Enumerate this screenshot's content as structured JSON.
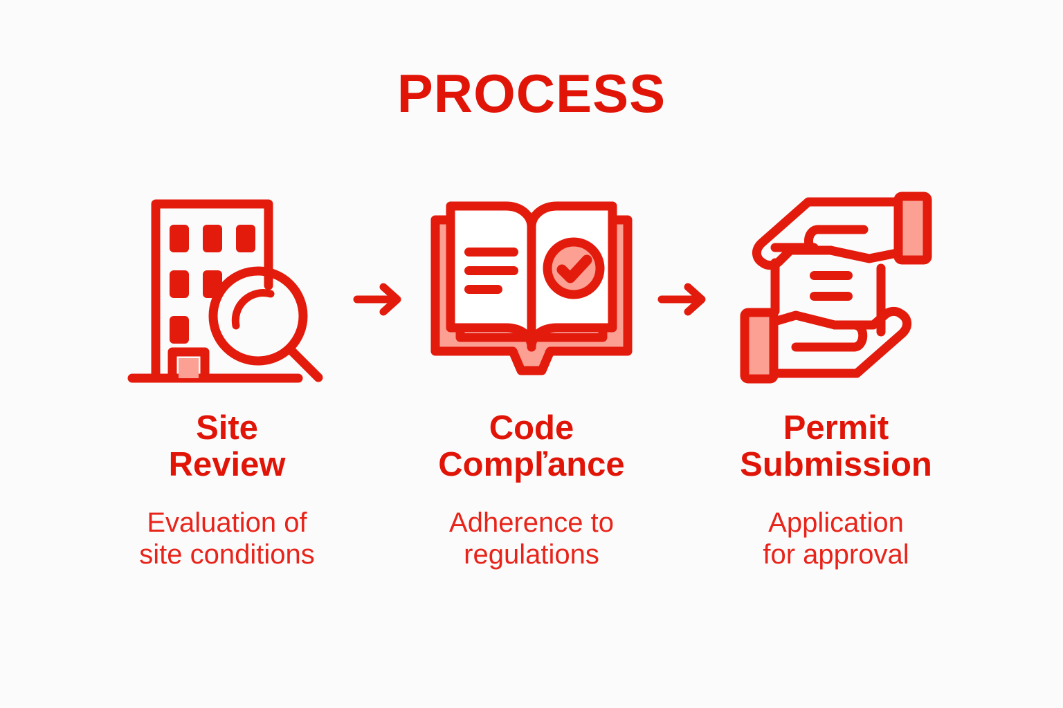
{
  "header": {
    "title": "PROCESS"
  },
  "colors": {
    "background": "#FBFBFC",
    "primary_red": "#E01508",
    "accent_red": "#E8241A",
    "light_red_fill": "#FBA093",
    "pale_fill": "#FCB4A8"
  },
  "flow": {
    "arrow_1_label": "→",
    "arrow_2_label": "→",
    "steps": [
      {
        "icon": "building-magnifier-icon",
        "title": "Site\nReview",
        "description": "Evaluation of\nsite conditions"
      },
      {
        "icon": "open-book-check-icon",
        "title": "Code\nCompľance",
        "description": "Adherence to\nregulations"
      },
      {
        "icon": "hands-document-icon",
        "title": "Permit\nSubmission",
        "description": "Application\nfor approval"
      }
    ]
  }
}
